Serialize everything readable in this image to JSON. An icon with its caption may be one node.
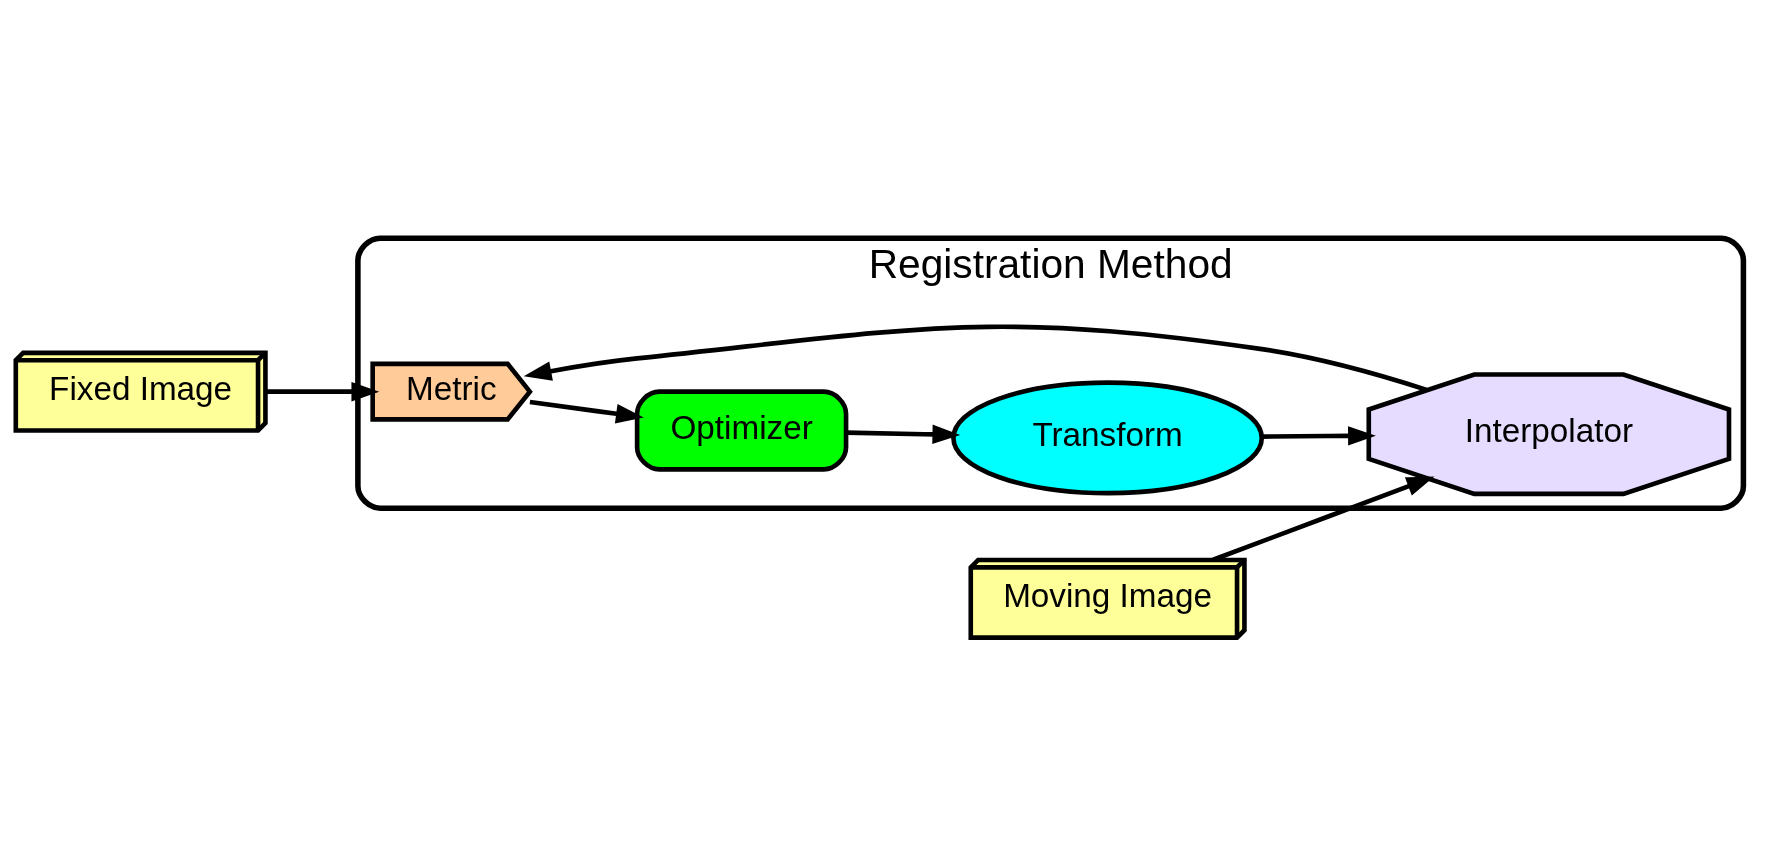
{
  "diagram": {
    "nodes": [
      {
        "text": [
          "Fixed Image"
        ]
      },
      {
        "text": [
          "Moving Image"
        ]
      },
      {
        "text": [
          "Registration Method"
        ]
      },
      {
        "text": [
          "Metric"
        ],
        "in": 2
      },
      {
        "text": [
          "Optimizer"
        ],
        "in": 2
      },
      {
        "text": [
          "Interpolator"
        ],
        "in": 2
      },
      {
        "text": [
          "Transform"
        ],
        "in": 2
      }
    ],
    "edges": [
      {
        "from": 0,
        "to": 3,
        "arrow": "to"
      },
      {
        "from": 1,
        "to": 5,
        "arrow": "to"
      },
      {
        "from": 5,
        "to": 3,
        "arrow": "to"
      },
      {
        "from": 3,
        "to": 4,
        "arrow": "to"
      },
      {
        "from": 4,
        "to": 6,
        "arrow": "to"
      },
      {
        "from": 6,
        "to": 5,
        "arrow": "to"
      }
    ]
  }
}
